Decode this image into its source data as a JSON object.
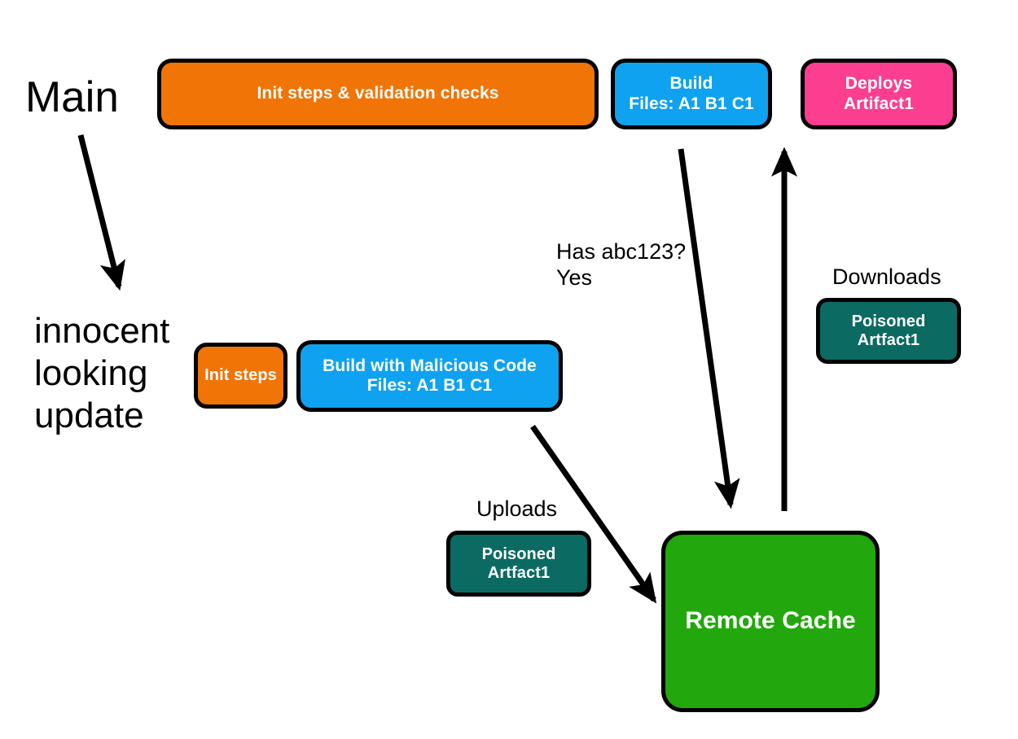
{
  "diagram": {
    "title_hidden": "",
    "colors": {
      "orange": "#F07406",
      "blue": "#0FA2F0",
      "pink": "#FB3E90",
      "teal": "#0B6B63",
      "green": "#22A80C",
      "stroke": "#000000",
      "text_on_fill": "#FFFFFF",
      "text_plain": "#000000",
      "background": "#FFFFFF"
    },
    "lanes": [
      {
        "id": "main",
        "label": "Main"
      },
      {
        "id": "feature",
        "label": "innocent\nlooking\nupdate"
      }
    ],
    "nodes": {
      "init_validation": {
        "label": "Init steps & validation checks",
        "color": "#F07406"
      },
      "build_main": {
        "line1": "Build",
        "line2": "Files: A1  B1  C1",
        "color": "#0FA2F0"
      },
      "deploys": {
        "line1": "Deploys",
        "line2": "Artifact1",
        "color": "#FB3E90"
      },
      "init_steps": {
        "label": "Init steps",
        "color": "#F07406"
      },
      "build_malicious": {
        "line1": "Build with Malicious Code",
        "line2": "Files: A1  B1  C1",
        "color": "#0FA2F0"
      },
      "artifact_download": {
        "line1": "Poisoned",
        "line2": "Artfact1",
        "color": "#0B6B63"
      },
      "artifact_upload": {
        "line1": "Poisoned",
        "line2": "Artfact1",
        "color": "#0B6B63"
      },
      "remote_cache": {
        "label": "Remote Cache",
        "color": "#22A80C"
      }
    },
    "edge_labels": {
      "cache_lookup": "Has abc123?\nYes",
      "downloads": "Downloads",
      "uploads": "Uploads"
    }
  }
}
